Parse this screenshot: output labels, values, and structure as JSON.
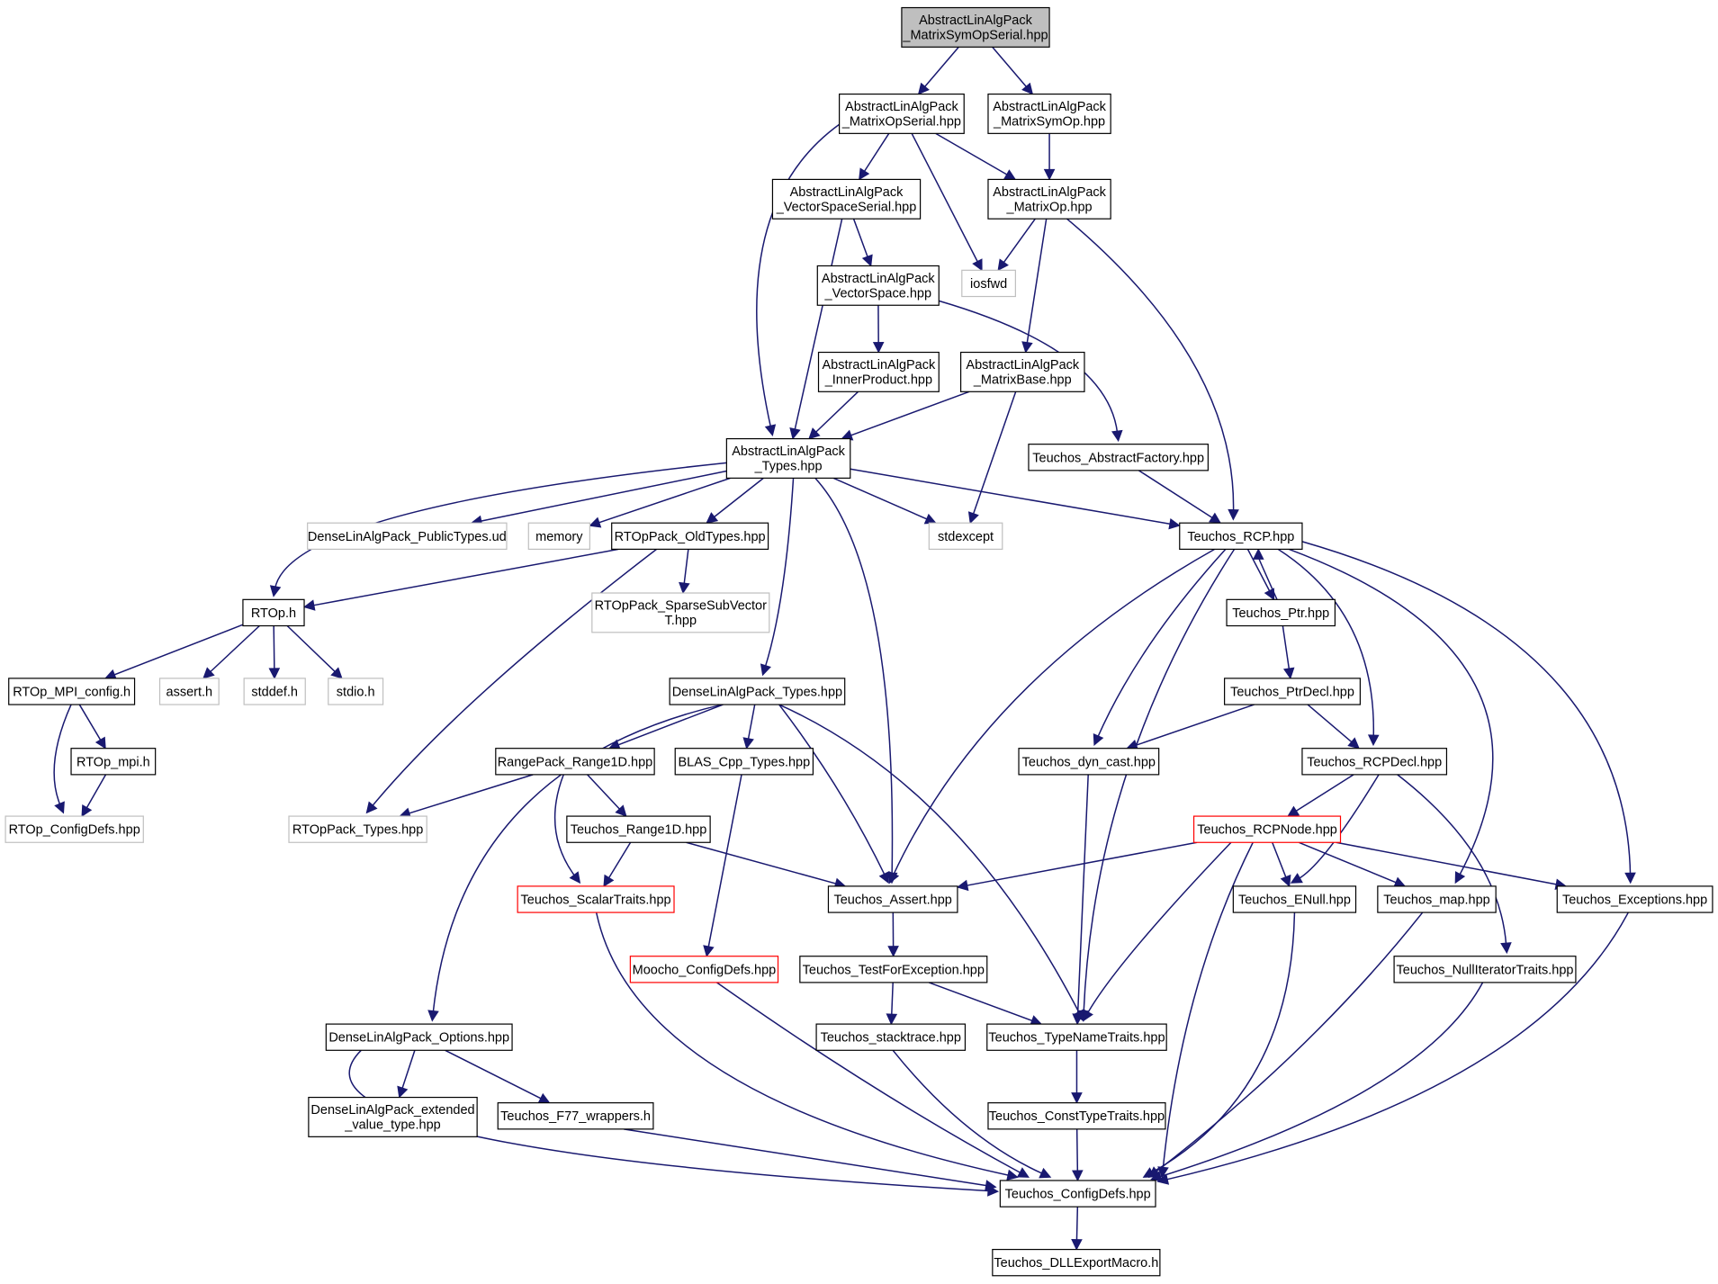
{
  "nodes": [
    {
      "id": "root",
      "lines": [
        "AbstractLinAlgPack",
        "_MatrixSymOpSerial.hpp"
      ],
      "style": "root"
    },
    {
      "id": "matopserial",
      "lines": [
        "AbstractLinAlgPack",
        "_MatrixOpSerial.hpp"
      ],
      "style": "normal"
    },
    {
      "id": "matsymop",
      "lines": [
        "AbstractLinAlgPack",
        "_MatrixSymOp.hpp"
      ],
      "style": "normal"
    },
    {
      "id": "vsserial",
      "lines": [
        "AbstractLinAlgPack",
        "_VectorSpaceSerial.hpp"
      ],
      "style": "normal"
    },
    {
      "id": "matop",
      "lines": [
        "AbstractLinAlgPack",
        "_MatrixOp.hpp"
      ],
      "style": "normal"
    },
    {
      "id": "iosfwd",
      "lines": [
        "iosfwd"
      ],
      "style": "gray"
    },
    {
      "id": "vs",
      "lines": [
        "AbstractLinAlgPack",
        "_VectorSpace.hpp"
      ],
      "style": "normal"
    },
    {
      "id": "innerprod",
      "lines": [
        "AbstractLinAlgPack",
        "_InnerProduct.hpp"
      ],
      "style": "normal"
    },
    {
      "id": "matbase",
      "lines": [
        "AbstractLinAlgPack",
        "_MatrixBase.hpp"
      ],
      "style": "normal"
    },
    {
      "id": "absfactory",
      "lines": [
        "Teuchos_AbstractFactory.hpp"
      ],
      "style": "normal"
    },
    {
      "id": "types",
      "lines": [
        "AbstractLinAlgPack",
        "_Types.hpp"
      ],
      "style": "normal"
    },
    {
      "id": "publictypes",
      "lines": [
        "DenseLinAlgPack_PublicTypes.ud"
      ],
      "style": "gray"
    },
    {
      "id": "memory",
      "lines": [
        "memory"
      ],
      "style": "gray"
    },
    {
      "id": "oldtypes",
      "lines": [
        "RTOpPack_OldTypes.hpp"
      ],
      "style": "normal"
    },
    {
      "id": "stdexcept",
      "lines": [
        "stdexcept"
      ],
      "style": "gray"
    },
    {
      "id": "rcp",
      "lines": [
        "Teuchos_RCP.hpp"
      ],
      "style": "normal"
    },
    {
      "id": "rtoph",
      "lines": [
        "RTOp.h"
      ],
      "style": "normal"
    },
    {
      "id": "sparsesub",
      "lines": [
        "RTOpPack_SparseSubVector",
        "T.hpp"
      ],
      "style": "gray"
    },
    {
      "id": "ptr",
      "lines": [
        "Teuchos_Ptr.hpp"
      ],
      "style": "normal"
    },
    {
      "id": "mpiconfig",
      "lines": [
        "RTOp_MPI_config.h"
      ],
      "style": "normal"
    },
    {
      "id": "asserth",
      "lines": [
        "assert.h"
      ],
      "style": "gray"
    },
    {
      "id": "stddef",
      "lines": [
        "stddef.h"
      ],
      "style": "gray"
    },
    {
      "id": "stdio",
      "lines": [
        "stdio.h"
      ],
      "style": "gray"
    },
    {
      "id": "densetypes",
      "lines": [
        "DenseLinAlgPack_Types.hpp"
      ],
      "style": "normal"
    },
    {
      "id": "ptrdecl",
      "lines": [
        "Teuchos_PtrDecl.hpp"
      ],
      "style": "normal"
    },
    {
      "id": "rtopmpi",
      "lines": [
        "RTOp_mpi.h"
      ],
      "style": "normal"
    },
    {
      "id": "range1dpack",
      "lines": [
        "RangePack_Range1D.hpp"
      ],
      "style": "normal"
    },
    {
      "id": "blas",
      "lines": [
        "BLAS_Cpp_Types.hpp"
      ],
      "style": "normal"
    },
    {
      "id": "dyncast",
      "lines": [
        "Teuchos_dyn_cast.hpp"
      ],
      "style": "normal"
    },
    {
      "id": "rcpdecl",
      "lines": [
        "Teuchos_RCPDecl.hpp"
      ],
      "style": "normal"
    },
    {
      "id": "configdefs",
      "lines": [
        "RTOp_ConfigDefs.hpp"
      ],
      "style": "gray"
    },
    {
      "id": "rtoppacktypes",
      "lines": [
        "RTOpPack_Types.hpp"
      ],
      "style": "gray"
    },
    {
      "id": "range1d",
      "lines": [
        "Teuchos_Range1D.hpp"
      ],
      "style": "normal"
    },
    {
      "id": "rcpnode",
      "lines": [
        "Teuchos_RCPNode.hpp"
      ],
      "style": "red"
    },
    {
      "id": "scalartraits",
      "lines": [
        "Teuchos_ScalarTraits.hpp"
      ],
      "style": "red"
    },
    {
      "id": "assert",
      "lines": [
        "Teuchos_Assert.hpp"
      ],
      "style": "normal"
    },
    {
      "id": "enull",
      "lines": [
        "Teuchos_ENull.hpp"
      ],
      "style": "normal"
    },
    {
      "id": "map",
      "lines": [
        "Teuchos_map.hpp"
      ],
      "style": "normal"
    },
    {
      "id": "exceptions",
      "lines": [
        "Teuchos_Exceptions.hpp"
      ],
      "style": "normal"
    },
    {
      "id": "moochoconfig",
      "lines": [
        "Moocho_ConfigDefs.hpp"
      ],
      "style": "red"
    },
    {
      "id": "testforexc",
      "lines": [
        "Teuchos_TestForException.hpp"
      ],
      "style": "normal"
    },
    {
      "id": "nulliter",
      "lines": [
        "Teuchos_NullIteratorTraits.hpp"
      ],
      "style": "normal"
    },
    {
      "id": "options",
      "lines": [
        "DenseLinAlgPack_Options.hpp"
      ],
      "style": "normal"
    },
    {
      "id": "stacktrace",
      "lines": [
        "Teuchos_stacktrace.hpp"
      ],
      "style": "normal"
    },
    {
      "id": "typename",
      "lines": [
        "Teuchos_TypeNameTraits.hpp"
      ],
      "style": "normal"
    },
    {
      "id": "extvalue",
      "lines": [
        "DenseLinAlgPack_extended",
        "_value_type.hpp"
      ],
      "style": "normal"
    },
    {
      "id": "f77",
      "lines": [
        "Teuchos_F77_wrappers.h"
      ],
      "style": "normal"
    },
    {
      "id": "consttype",
      "lines": [
        "Teuchos_ConstTypeTraits.hpp"
      ],
      "style": "normal"
    },
    {
      "id": "teuchosconfig",
      "lines": [
        "Teuchos_ConfigDefs.hpp"
      ],
      "style": "normal"
    },
    {
      "id": "dllexport",
      "lines": [
        "Teuchos_DLLExportMacro.h"
      ],
      "style": "normal"
    }
  ],
  "edges": [
    [
      "root",
      "matopserial"
    ],
    [
      "root",
      "matsymop"
    ],
    [
      "matopserial",
      "vsserial"
    ],
    [
      "matopserial",
      "matop"
    ],
    [
      "matopserial",
      "iosfwd"
    ],
    [
      "matopserial",
      "types"
    ],
    [
      "matsymop",
      "matop"
    ],
    [
      "vsserial",
      "vs"
    ],
    [
      "vsserial",
      "types"
    ],
    [
      "matop",
      "iosfwd"
    ],
    [
      "matop",
      "matbase"
    ],
    [
      "matop",
      "rcp"
    ],
    [
      "vs",
      "innerprod"
    ],
    [
      "vs",
      "absfactory"
    ],
    [
      "innerprod",
      "types"
    ],
    [
      "matbase",
      "types"
    ],
    [
      "matbase",
      "stdexcept"
    ],
    [
      "absfactory",
      "rcp"
    ],
    [
      "types",
      "rtoph"
    ],
    [
      "types",
      "publictypes"
    ],
    [
      "types",
      "memory"
    ],
    [
      "types",
      "oldtypes"
    ],
    [
      "types",
      "densetypes"
    ],
    [
      "types",
      "assert"
    ],
    [
      "types",
      "stdexcept"
    ],
    [
      "types",
      "rcp"
    ],
    [
      "oldtypes",
      "rtoph"
    ],
    [
      "oldtypes",
      "sparsesub"
    ],
    [
      "oldtypes",
      "rtoppacktypes"
    ],
    [
      "rtoph",
      "mpiconfig"
    ],
    [
      "rtoph",
      "asserth"
    ],
    [
      "rtoph",
      "stddef"
    ],
    [
      "rtoph",
      "stdio"
    ],
    [
      "mpiconfig",
      "rtopmpi"
    ],
    [
      "mpiconfig",
      "configdefs"
    ],
    [
      "rtopmpi",
      "configdefs"
    ],
    [
      "rcp",
      "ptr"
    ],
    [
      "rcp",
      "assert"
    ],
    [
      "rcp",
      "dyncast"
    ],
    [
      "rcp",
      "typename"
    ],
    [
      "rcp",
      "rcpdecl"
    ],
    [
      "rcp",
      "map"
    ],
    [
      "rcp",
      "exceptions"
    ],
    [
      "ptr",
      "rcp"
    ],
    [
      "ptr",
      "ptrdecl"
    ],
    [
      "ptrdecl",
      "dyncast"
    ],
    [
      "ptrdecl",
      "rcpdecl"
    ],
    [
      "dyncast",
      "typename"
    ],
    [
      "rcpdecl",
      "rcpnode"
    ],
    [
      "rcpdecl",
      "enull"
    ],
    [
      "rcpdecl",
      "nulliter"
    ],
    [
      "rcpnode",
      "assert"
    ],
    [
      "rcpnode",
      "enull"
    ],
    [
      "rcpnode",
      "map"
    ],
    [
      "rcpnode",
      "exceptions"
    ],
    [
      "rcpnode",
      "typename"
    ],
    [
      "rcpnode",
      "teuchosconfig"
    ],
    [
      "densetypes",
      "range1dpack"
    ],
    [
      "densetypes",
      "blas"
    ],
    [
      "densetypes",
      "options"
    ],
    [
      "densetypes",
      "assert"
    ],
    [
      "densetypes",
      "typename"
    ],
    [
      "range1dpack",
      "range1d"
    ],
    [
      "range1dpack",
      "scalartraits"
    ],
    [
      "range1dpack",
      "rtoppacktypes"
    ],
    [
      "range1d",
      "scalartraits"
    ],
    [
      "range1d",
      "assert"
    ],
    [
      "blas",
      "moochoconfig"
    ],
    [
      "assert",
      "testforexc"
    ],
    [
      "testforexc",
      "stacktrace"
    ],
    [
      "testforexc",
      "typename"
    ],
    [
      "options",
      "extvalue"
    ],
    [
      "options",
      "f77"
    ],
    [
      "options",
      "teuchosconfig"
    ],
    [
      "scalartraits",
      "teuchosconfig"
    ],
    [
      "moochoconfig",
      "teuchosconfig"
    ],
    [
      "stacktrace",
      "teuchosconfig"
    ],
    [
      "typename",
      "consttype"
    ],
    [
      "consttype",
      "teuchosconfig"
    ],
    [
      "f77",
      "teuchosconfig"
    ],
    [
      "enull",
      "teuchosconfig"
    ],
    [
      "map",
      "teuchosconfig"
    ],
    [
      "exceptions",
      "teuchosconfig"
    ],
    [
      "nulliter",
      "teuchosconfig"
    ],
    [
      "teuchosconfig",
      "dllexport"
    ]
  ],
  "colors": {
    "edge": "#191970",
    "root_fill": "#bfbfbf",
    "normal_stroke": "#000000",
    "gray_stroke": "#bfbfbf",
    "red_stroke": "#ff0000"
  }
}
